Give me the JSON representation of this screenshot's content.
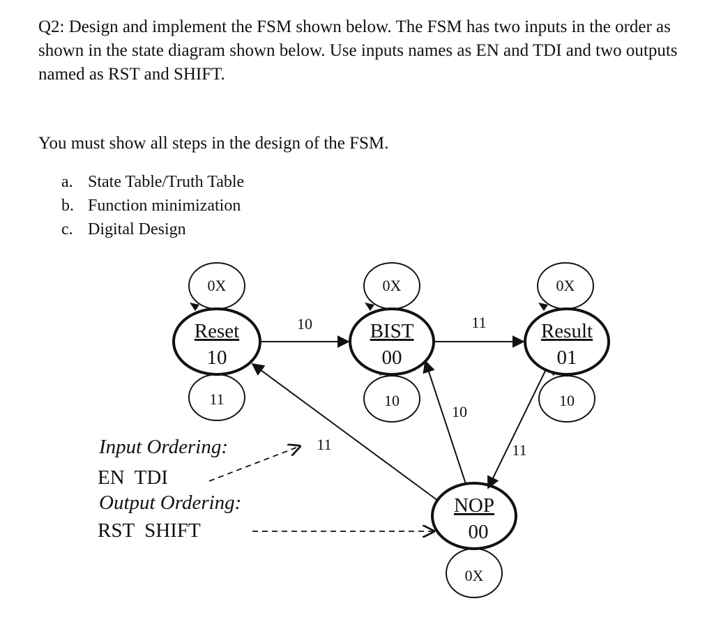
{
  "question": {
    "text": "Q2: Design and implement the FSM shown below.  The FSM has two inputs in the order as shown in the state diagram shown below. Use inputs names as EN and TDI and two outputs named as RST and SHIFT."
  },
  "instructions": "You must show all steps in the design of the FSM.",
  "steps": [
    {
      "letter": "a.",
      "text": "State Table/Truth Table"
    },
    {
      "letter": "b.",
      "text": "Function minimization"
    },
    {
      "letter": "c.",
      "text": "Digital Design"
    }
  ],
  "diagram": {
    "states": [
      {
        "name": "Reset",
        "output": "10"
      },
      {
        "name": "BIST",
        "output": "00"
      },
      {
        "name": "Result",
        "output": "01"
      },
      {
        "name": "NOP",
        "output": "00"
      }
    ],
    "transitions": {
      "reset_self_top": "0X",
      "reset_self_bottom": "11",
      "reset_to_bist": "10",
      "bist_self_top": "0X",
      "bist_self_bottom": "10",
      "bist_to_result": "11",
      "result_self_top": "0X",
      "result_self_bottom": "10",
      "nop_to_bist": "10",
      "result_to_nop": "11",
      "nop_to_reset": "11",
      "nop_self_bottom": "0X"
    },
    "legend": {
      "input_heading": "Input Ordering:",
      "input_names": "EN  TDI",
      "output_heading": "Output Ordering:",
      "output_names": "RST  SHIFT"
    }
  }
}
